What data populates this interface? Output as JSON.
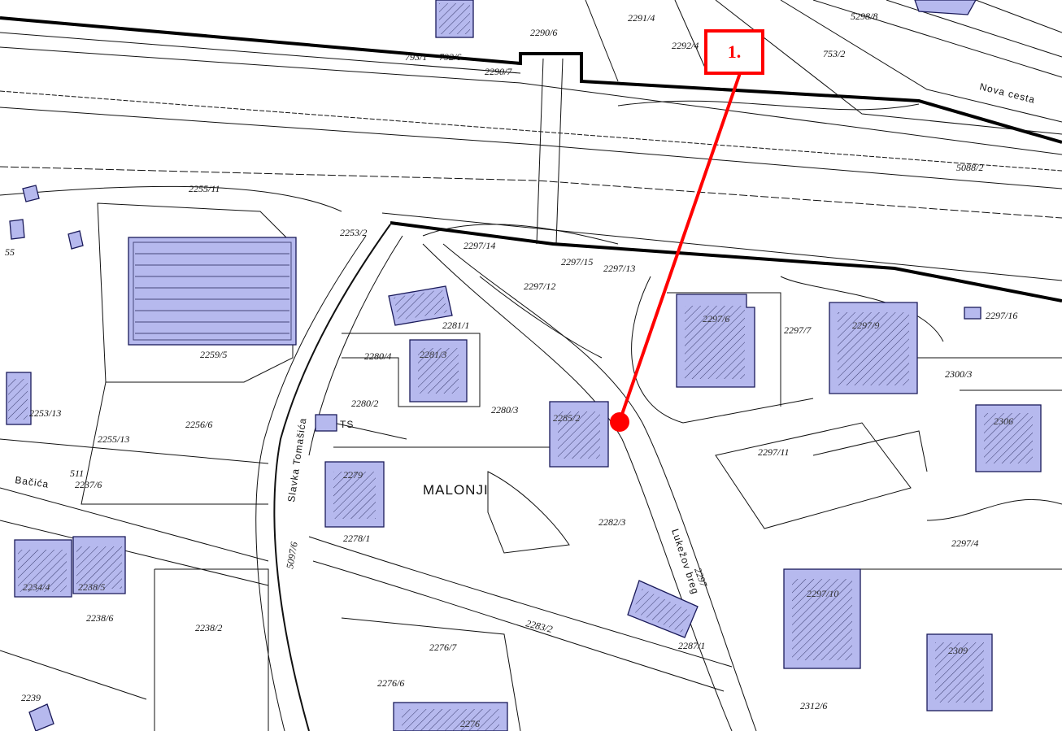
{
  "place_names": {
    "settlement": "MALONJI",
    "bacica": "Bačića"
  },
  "streets": {
    "nova_cesta": "Nova cesta",
    "slavka_tomasica": "Slavka Tomašića",
    "lukezov_breg": "Lukežov breg"
  },
  "labels": {
    "ts": "TS"
  },
  "callout": {
    "label": "1.",
    "color": "#ff0000"
  },
  "colors": {
    "building_fill": "#b6b9ee",
    "building_stroke": "#1a1a5a",
    "marker": "#ff0000"
  },
  "parcels": {
    "p2291_4": "2291/4",
    "p2292_4": "2292/4",
    "p5298_8": "5298/8",
    "p753_2": "753/2",
    "p2290_6": "2290/6",
    "p793_1": "793/1",
    "p792_6": "792/6",
    "p2290_7": "2290/7",
    "p5088_2": "5088/2",
    "p2255_11": "2255/11",
    "p2253_2": "2253/2",
    "p2259_5": "2259/5",
    "p2297_14": "2297/14",
    "p2297_15": "2297/15",
    "p2297_13": "2297/13",
    "p2297_12": "2297/12",
    "p2281_1": "2281/1",
    "p2281_3": "2281/3",
    "p2280_4": "2280/4",
    "p2280_2": "2280/2",
    "p2280_3": "2280/3",
    "p2285_2": "2285/2",
    "p2297_6": "2297/6",
    "p2297_7": "2297/7",
    "p2297_9": "2297/9",
    "p2297_16": "2297/16",
    "p2300_3": "2300/3",
    "p2306": "2306",
    "p2297_11": "2297/11",
    "p2279": "2279",
    "p2278_1": "2278/1",
    "p2282_3": "2282/3",
    "p2297_4": "2297/4",
    "p2297_10": "2297/10",
    "p2309": "2309",
    "p2283_2": "2283/2",
    "p2287_1": "2287/1",
    "p2276_7": "2276/7",
    "p2276_6": "2276/6",
    "p2276": "2276",
    "p2312_6": "2312/6",
    "p2256_6": "2256/6",
    "p2255_13": "2255/13",
    "p2253_13": "2253/13",
    "p2237_6": "2237/6",
    "p511": "511",
    "p2234_4": "2234/4",
    "p2238_5": "2238/5",
    "p2238_6": "2238/6",
    "p2238_2": "2238/2",
    "p2239": "2239",
    "p5097_6": "5097/6",
    "p2297": "2297",
    "p55": "55"
  }
}
